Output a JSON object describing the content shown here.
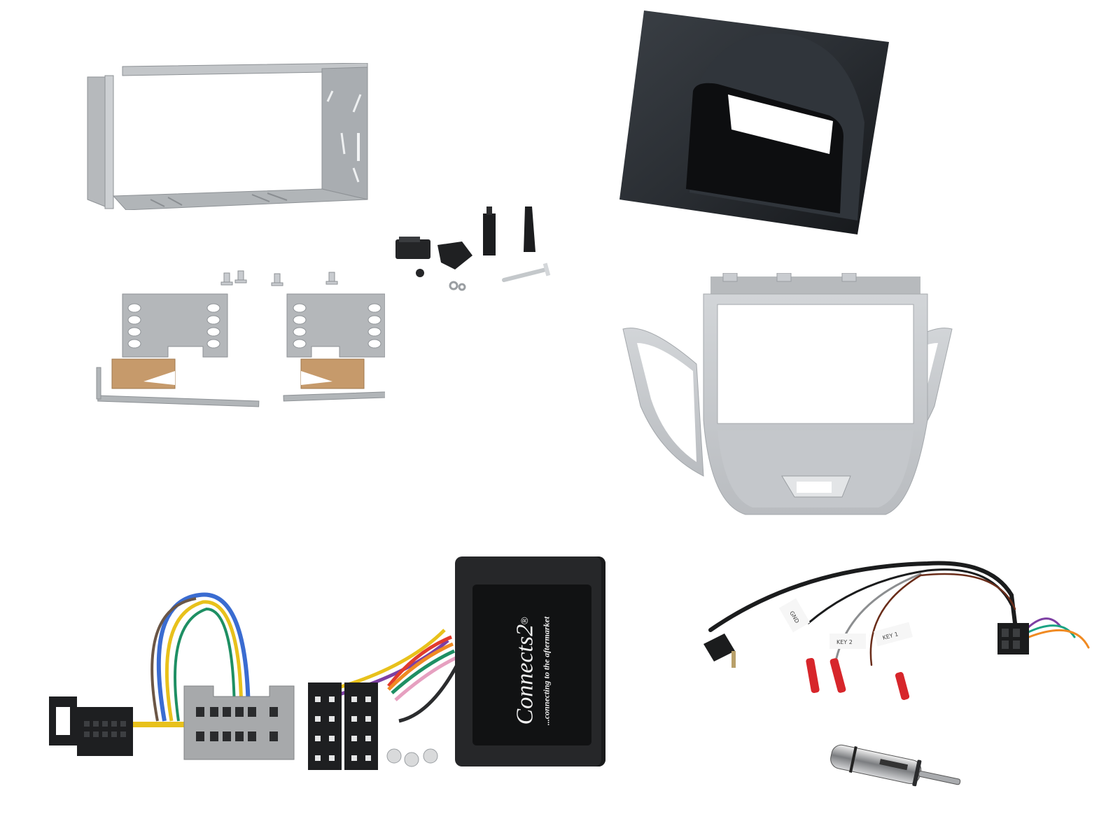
{
  "scene": {
    "type": "product-kit-collage",
    "background": "#ffffff",
    "components": [
      {
        "id": "cage",
        "label": "double DIN metal cage"
      },
      {
        "id": "fixings",
        "label": "plastic fixing clips, screws and washers"
      },
      {
        "id": "side-brackets",
        "label": "side mounting plates with brass springs and rails"
      },
      {
        "id": "hood",
        "label": "black display hood"
      },
      {
        "id": "fascia",
        "label": "silver double DIN fascia panel"
      },
      {
        "id": "stalk-interface",
        "label": "steering wheel control interface with harness"
      },
      {
        "id": "patch-lead",
        "label": "patch lead with 3.5mm jack and bullet connectors"
      },
      {
        "id": "aerial-adaptor",
        "label": "aerial adaptor"
      }
    ]
  },
  "interface_box": {
    "brand_text": "Connects2",
    "registered_mark": "®",
    "tagline": "...connecting to the aftermarket"
  },
  "patch_lead": {
    "tags": [
      "GND",
      "KEY 2",
      "KEY 1"
    ]
  },
  "colors": {
    "metal": "#b8bcbf",
    "metal_dark": "#8e9296",
    "brass": "#c69a6b",
    "black_plastic": "#1e1f21",
    "hood": "#2b2f34",
    "fascia_silver": "#c9ccd0",
    "connector_grey": "#a7a9ab",
    "bullet_red": "#d7262b"
  }
}
